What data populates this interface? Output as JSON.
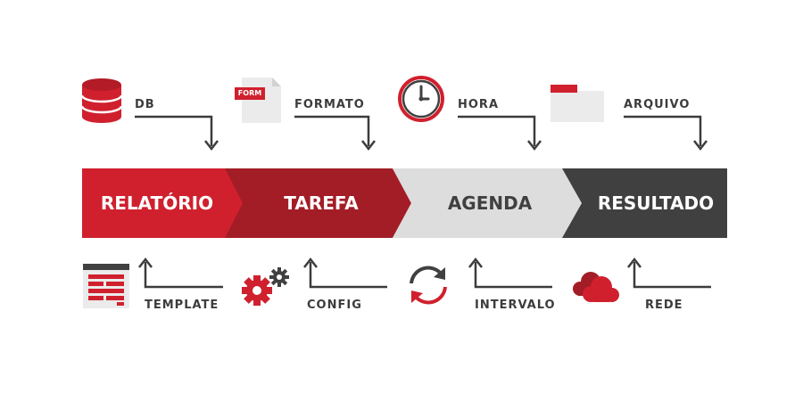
{
  "stages": [
    {
      "label": "RELATÓRIO",
      "color": "#d0202e",
      "text_color": "#ffffff"
    },
    {
      "label": "TAREFA",
      "color": "#a31d26",
      "text_color": "#ffffff"
    },
    {
      "label": "AGENDA",
      "color": "#dddddd",
      "text_color": "#404040"
    },
    {
      "label": "RESULTADO",
      "color": "#404040",
      "text_color": "#ffffff"
    }
  ],
  "inputs": [
    {
      "label": "DB",
      "icon": "database-icon"
    },
    {
      "label": "FORMATO",
      "icon": "form-document-icon",
      "badge": "FORM"
    },
    {
      "label": "HORA",
      "icon": "clock-icon"
    },
    {
      "label": "ARQUIVO",
      "icon": "folder-icon"
    }
  ],
  "outputs": [
    {
      "label": "TEMPLATE",
      "icon": "template-icon"
    },
    {
      "label": "CONFIG",
      "icon": "gears-icon"
    },
    {
      "label": "INTERVALO",
      "icon": "refresh-icon"
    },
    {
      "label": "REDE",
      "icon": "cloud-icon"
    }
  ],
  "colors": {
    "red": "#d0202e",
    "dark_red": "#a31d26",
    "gray": "#dddddd",
    "dark": "#404040",
    "line": "#3c3c3c"
  }
}
